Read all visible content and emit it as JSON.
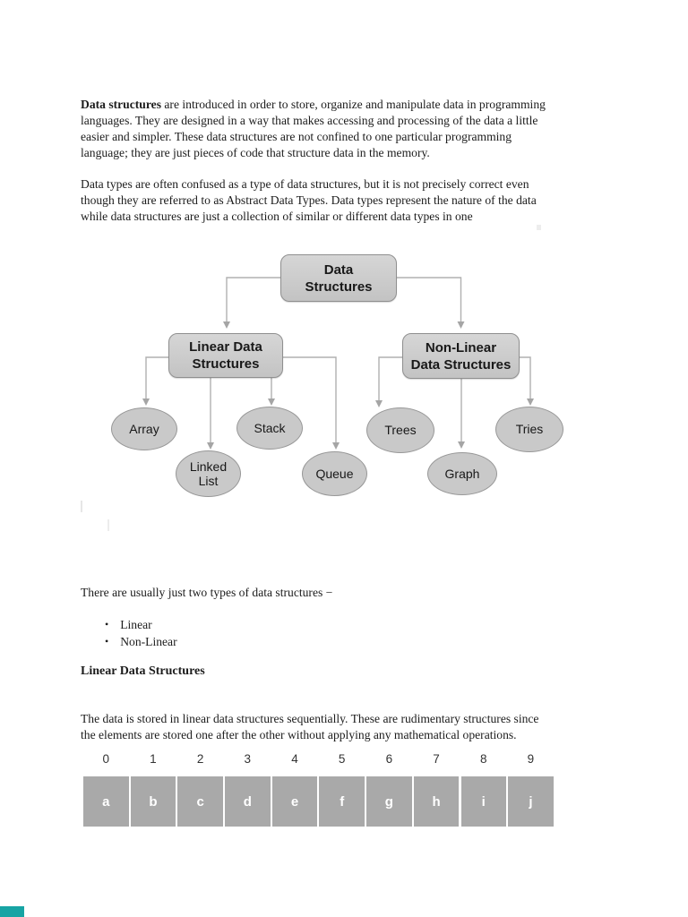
{
  "paragraph1": {
    "lead_bold": "Data structures",
    "lines": [
      " are introduced in order to store, organize and manipulate data in programming",
      "languages. They are designed in a way that makes accessing and processing of the data a little",
      "easier and simpler. These data structures are not confined to one particular programming",
      "language; they are just pieces of code that structure data in the memory."
    ]
  },
  "paragraph2": {
    "lines": [
      "Data types are often confused as a type of data structures, but it is not precisely correct even",
      "though they are referred to as Abstract Data Types. Data types represent the nature of the data",
      "while data structures are just a collection of similar or different data types in one"
    ]
  },
  "types_line": "There are usually just two types of data structures −",
  "bullet_glyph": "•",
  "bullets": [
    "Linear",
    "Non-Linear"
  ],
  "section_heading": "Linear Data Structures",
  "section_paragraph": {
    "lines": [
      "The data is stored in linear data structures sequentially. These are rudimentary structures since",
      "the elements are stored one after the other without applying any mathematical operations."
    ]
  },
  "diagram": {
    "root": "Data\nStructures",
    "linear": "Linear Data\nStructures",
    "nonlinear": "Non-Linear\nData Structures",
    "leaves": {
      "array": "Array",
      "linked_list": "Linked\nList",
      "stack": "Stack",
      "queue": "Queue",
      "trees": "Trees",
      "graph": "Graph",
      "tries": "Tries"
    }
  },
  "array_figure": {
    "indices": [
      "0",
      "1",
      "2",
      "3",
      "4",
      "5",
      "6",
      "7",
      "8",
      "9"
    ],
    "letters": [
      "a",
      "b",
      "c",
      "d",
      "e",
      "f",
      "g",
      "h",
      "i",
      "j"
    ]
  },
  "colors": {
    "box_fill": "#cbcbcb",
    "box_border": "#8f8f8f",
    "oval_fill": "#c9c9c9",
    "oval_border": "#979797",
    "connector": "#b0b0b0",
    "array_cell": "#a9a9a9",
    "corner_accent": "#17a4a4"
  }
}
